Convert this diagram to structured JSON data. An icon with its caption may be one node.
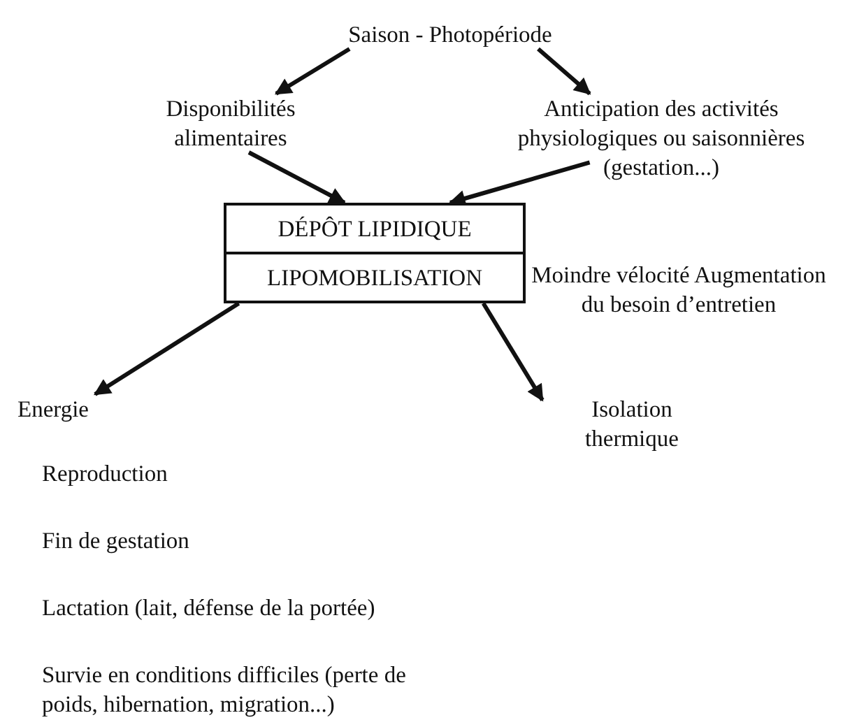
{
  "diagram": {
    "nodes": [
      {
        "text": [
          "Saison - Photopériode"
        ]
      },
      {
        "text": [
          "Disponibilités alimentaires"
        ]
      },
      {
        "text": [
          "Anticipation des activités physiologiques ou saisonnières (gestation...)"
        ]
      },
      {
        "text": [
          "DÉPÔT LIPIDIQUE",
          "LIPOMOBILISATION"
        ]
      },
      {
        "text": [
          "Energie"
        ]
      },
      {
        "text": [
          "Isolation thermique"
        ]
      }
    ],
    "edges": [
      {
        "from": 0,
        "to": 1,
        "arrow": "to"
      },
      {
        "from": 0,
        "to": 2,
        "arrow": "to"
      },
      {
        "from": 1,
        "to": 3,
        "arrow": "to"
      },
      {
        "from": 2,
        "to": 3,
        "arrow": "to"
      },
      {
        "from": 3,
        "to": 4,
        "arrow": "to"
      },
      {
        "from": 3,
        "to": 5,
        "arrow": "to"
      }
    ],
    "labels": [
      "Moindre vélocité Augmentation du besoin d’entretien",
      "Reproduction",
      "Fin de gestation",
      "Lactation (lait, défense de la portée)",
      "Survie en conditions difficiles (perte de poids, hibernation, migration...)"
    ]
  }
}
